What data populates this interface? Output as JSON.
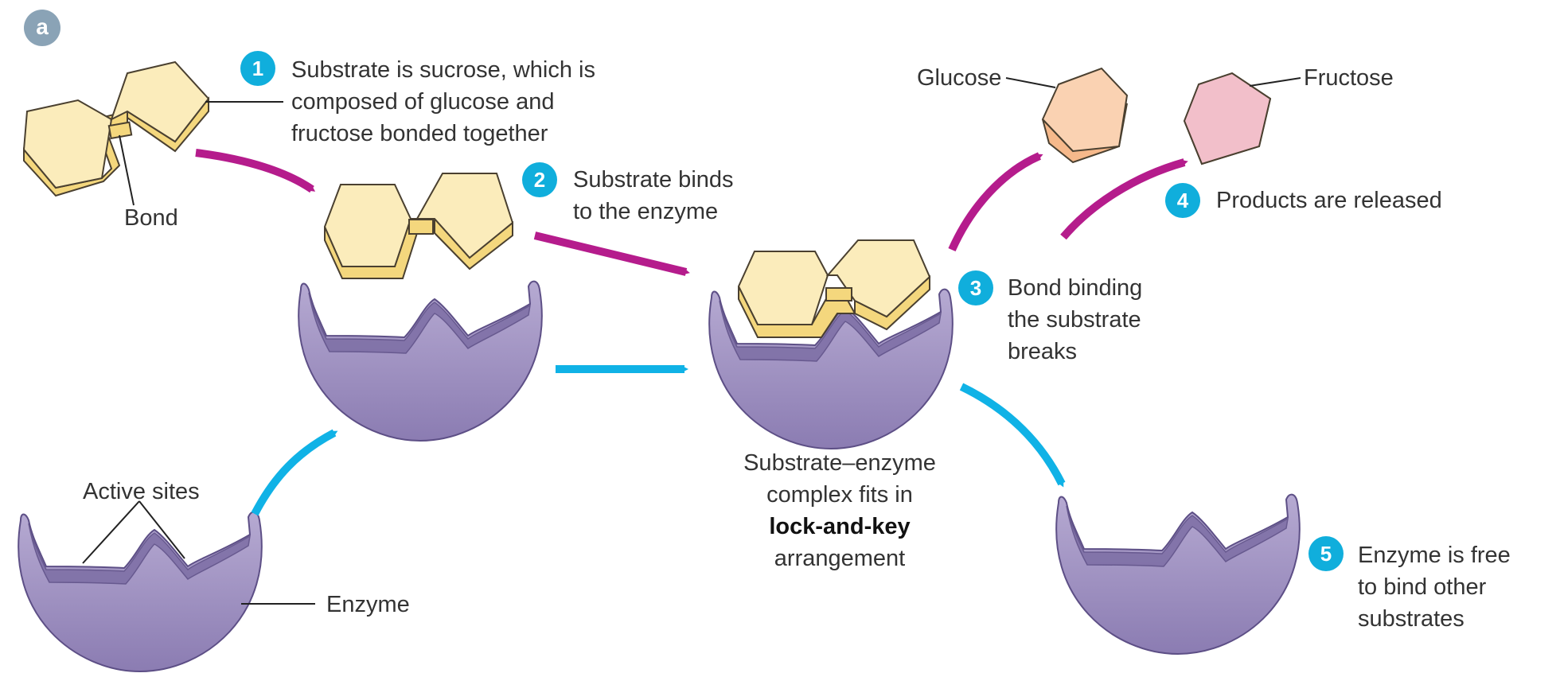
{
  "panel_letter": "a",
  "steps": [
    {
      "number": "1",
      "lines": [
        "Substrate is sucrose, which is",
        "composed of glucose and",
        "fructose bonded together"
      ]
    },
    {
      "number": "2",
      "lines": [
        "Substrate binds",
        "to the enzyme"
      ]
    },
    {
      "number": "3",
      "lines": [
        "Bond binding",
        "the substrate",
        "breaks"
      ]
    },
    {
      "number": "4",
      "lines": [
        "Products are released"
      ]
    },
    {
      "number": "5",
      "lines": [
        "Enzyme is free",
        "to bind other",
        "substrates"
      ]
    }
  ],
  "labels": {
    "bond": "Bond",
    "glucose": "Glucose",
    "fructose": "Fructose",
    "active_sites": "Active sites",
    "enzyme": "Enzyme"
  },
  "complex_caption": {
    "line1": "Substrate–enzyme",
    "line2": "complex fits in",
    "line3_bold": "lock-and-key",
    "line4": "arrangement"
  },
  "colors": {
    "substrate_top": "#fbecbb",
    "substrate_side": "#f4d77d",
    "enzyme_light": "#b3a6cf",
    "enzyme_dark": "#8e7fb3",
    "glucose": "#fad2b2",
    "fructose": "#f2bfca",
    "magenta_arrow": "#b51c8c",
    "cyan_arrow": "#10b2e6",
    "badge": "#10aedc"
  }
}
